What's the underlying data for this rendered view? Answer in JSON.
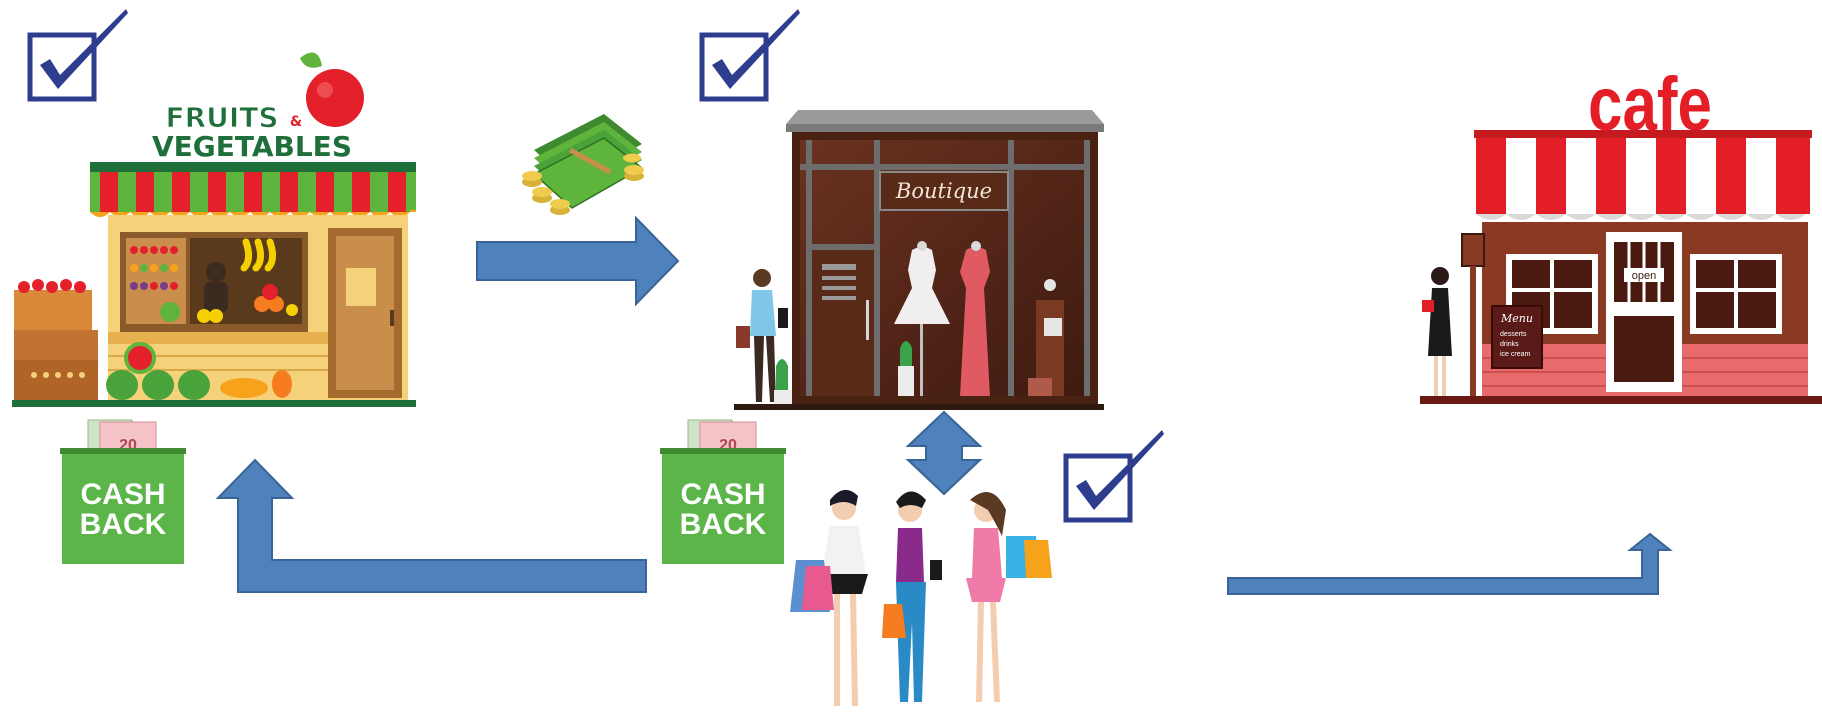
{
  "shops": {
    "fruits": {
      "line1": "FRUITS",
      "amp": "&",
      "line2": "VEGETABLES"
    },
    "boutique": {
      "sign": "Boutique"
    },
    "cafe": {
      "sign": "cafe",
      "open_sign": "open",
      "menu": {
        "title": "Menu",
        "items": [
          "desserts",
          "drinks",
          "ice cream"
        ]
      }
    }
  },
  "cashback": [
    {
      "line1": "CASH",
      "line2": "BACK",
      "note": "20"
    },
    {
      "line1": "CASH",
      "line2": "BACK",
      "note": "20"
    }
  ],
  "colors": {
    "arrow_fill": "#4f81bd",
    "arrow_stroke": "#3a6496",
    "checkbox": "#2e3d8e",
    "cashback_green": "#5bb548",
    "fruits_title": "#1f6f3a",
    "cafe_red": "#e41e26"
  },
  "icons": [
    "checkbox-checked-icon",
    "money-stack-icon",
    "shopping-girls-illustration"
  ]
}
